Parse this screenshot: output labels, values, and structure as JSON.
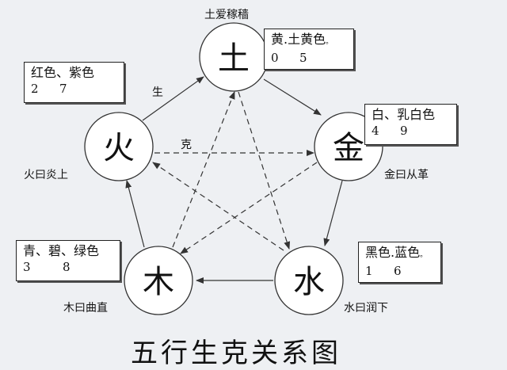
{
  "title": "五行生克关系图",
  "elements": {
    "earth": {
      "char": "土",
      "saying": "土爱稼穑",
      "colors": "黄.土黄色",
      "num_a": "0",
      "num_b": "5"
    },
    "metal": {
      "char": "金",
      "saying": "金曰从革",
      "colors": "白、乳白色",
      "num_a": "4",
      "num_b": "9"
    },
    "water": {
      "char": "水",
      "saying": "水曰润下",
      "colors": "黑色.蓝色",
      "num_a": "1",
      "num_b": "6"
    },
    "wood": {
      "char": "木",
      "saying": "木曰曲直",
      "colors": "青、碧、绿色",
      "num_a": "3",
      "num_b": "8"
    },
    "fire": {
      "char": "火",
      "saying": "火曰炎上",
      "colors": "红色、紫色",
      "num_a": "2",
      "num_b": "7"
    }
  },
  "relations": {
    "generate": "生",
    "overcome": "克"
  },
  "marks": {
    "earth_box_dot": "。",
    "water_box_dot": "。"
  },
  "colors": {
    "background": "#eef0f3",
    "stroke": "#333333",
    "box": "#ffffff"
  }
}
